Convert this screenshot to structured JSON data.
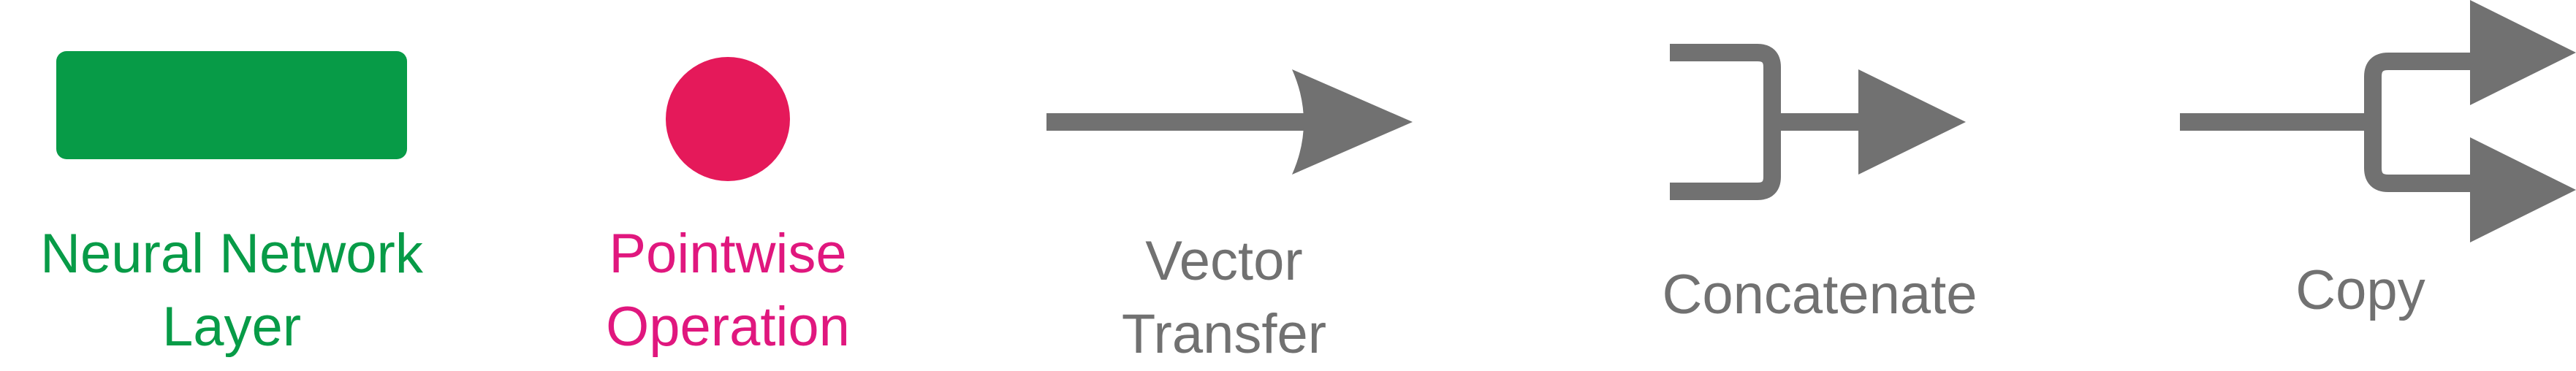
{
  "legend": {
    "items": [
      {
        "id": "neural-network-layer",
        "symbol": "rounded-rectangle",
        "label_lines": [
          "Neural Network",
          "Layer"
        ],
        "color": "#079B47"
      },
      {
        "id": "pointwise-operation",
        "symbol": "circle",
        "label_lines": [
          "Pointwise",
          "Operation"
        ],
        "color": "#E5195A",
        "label_color": "#E0177E"
      },
      {
        "id": "vector-transfer",
        "symbol": "arrow",
        "label_lines": [
          "Vector",
          "Transfer"
        ],
        "color": "#717171"
      },
      {
        "id": "concatenate",
        "symbol": "merge-arrow",
        "label_lines": [
          "Concatenate"
        ],
        "color": "#717171"
      },
      {
        "id": "copy",
        "symbol": "split-arrow",
        "label_lines": [
          "Copy"
        ],
        "color": "#717171"
      }
    ]
  }
}
